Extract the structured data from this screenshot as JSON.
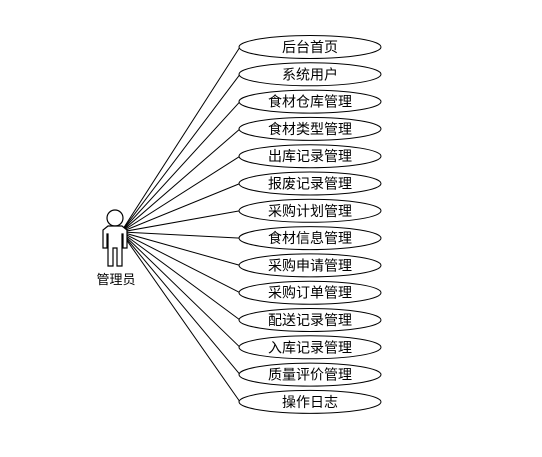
{
  "actor": {
    "label": "管理员",
    "icon": "person-icon"
  },
  "use_cases": [
    "后台首页",
    "系统用户",
    "食材仓库管理",
    "食材类型管理",
    "出库记录管理",
    "报废记录管理",
    "采购计划管理",
    "食材信息管理",
    "采购申请管理",
    "采购订单管理",
    "配送记录管理",
    "入库记录管理",
    "质量评价管理",
    "操作日志"
  ]
}
